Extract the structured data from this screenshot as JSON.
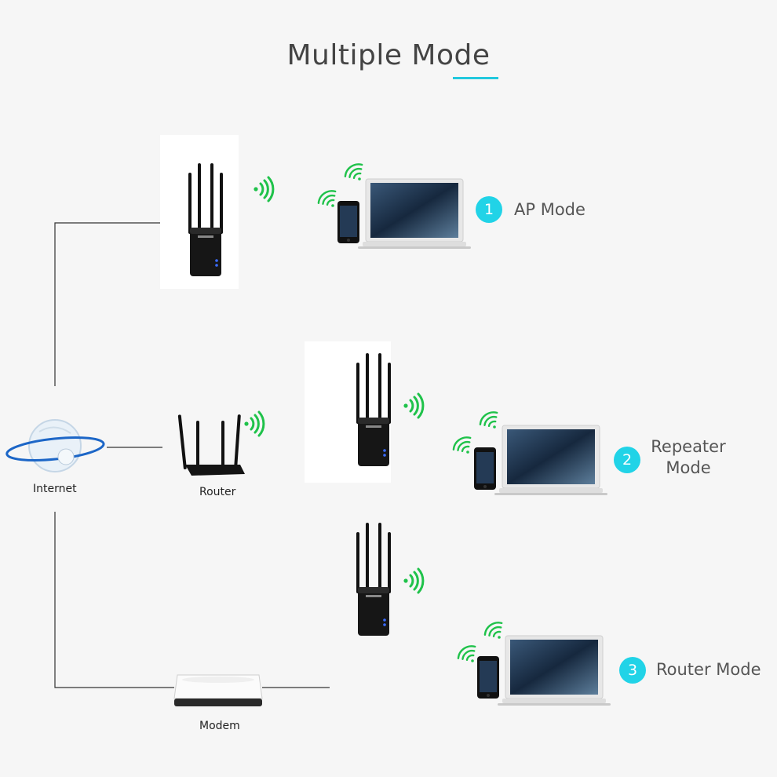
{
  "title": "Multiple Mode",
  "accent_color": "#22c8de",
  "wifi_color": "#1fc24a",
  "nodes": {
    "internet": "Internet",
    "router": "Router",
    "modem": "Modem"
  },
  "modes": [
    {
      "number": "1",
      "label_lines": [
        "AP Mode"
      ]
    },
    {
      "number": "2",
      "label_lines": [
        "Repeater",
        "Mode"
      ]
    },
    {
      "number": "3",
      "label_lines": [
        "Router Mode"
      ]
    }
  ],
  "icons": [
    "globe-icon",
    "router-icon",
    "modem-icon",
    "extender-icon",
    "wifi-signal-icon",
    "laptop-icon",
    "phone-icon"
  ]
}
